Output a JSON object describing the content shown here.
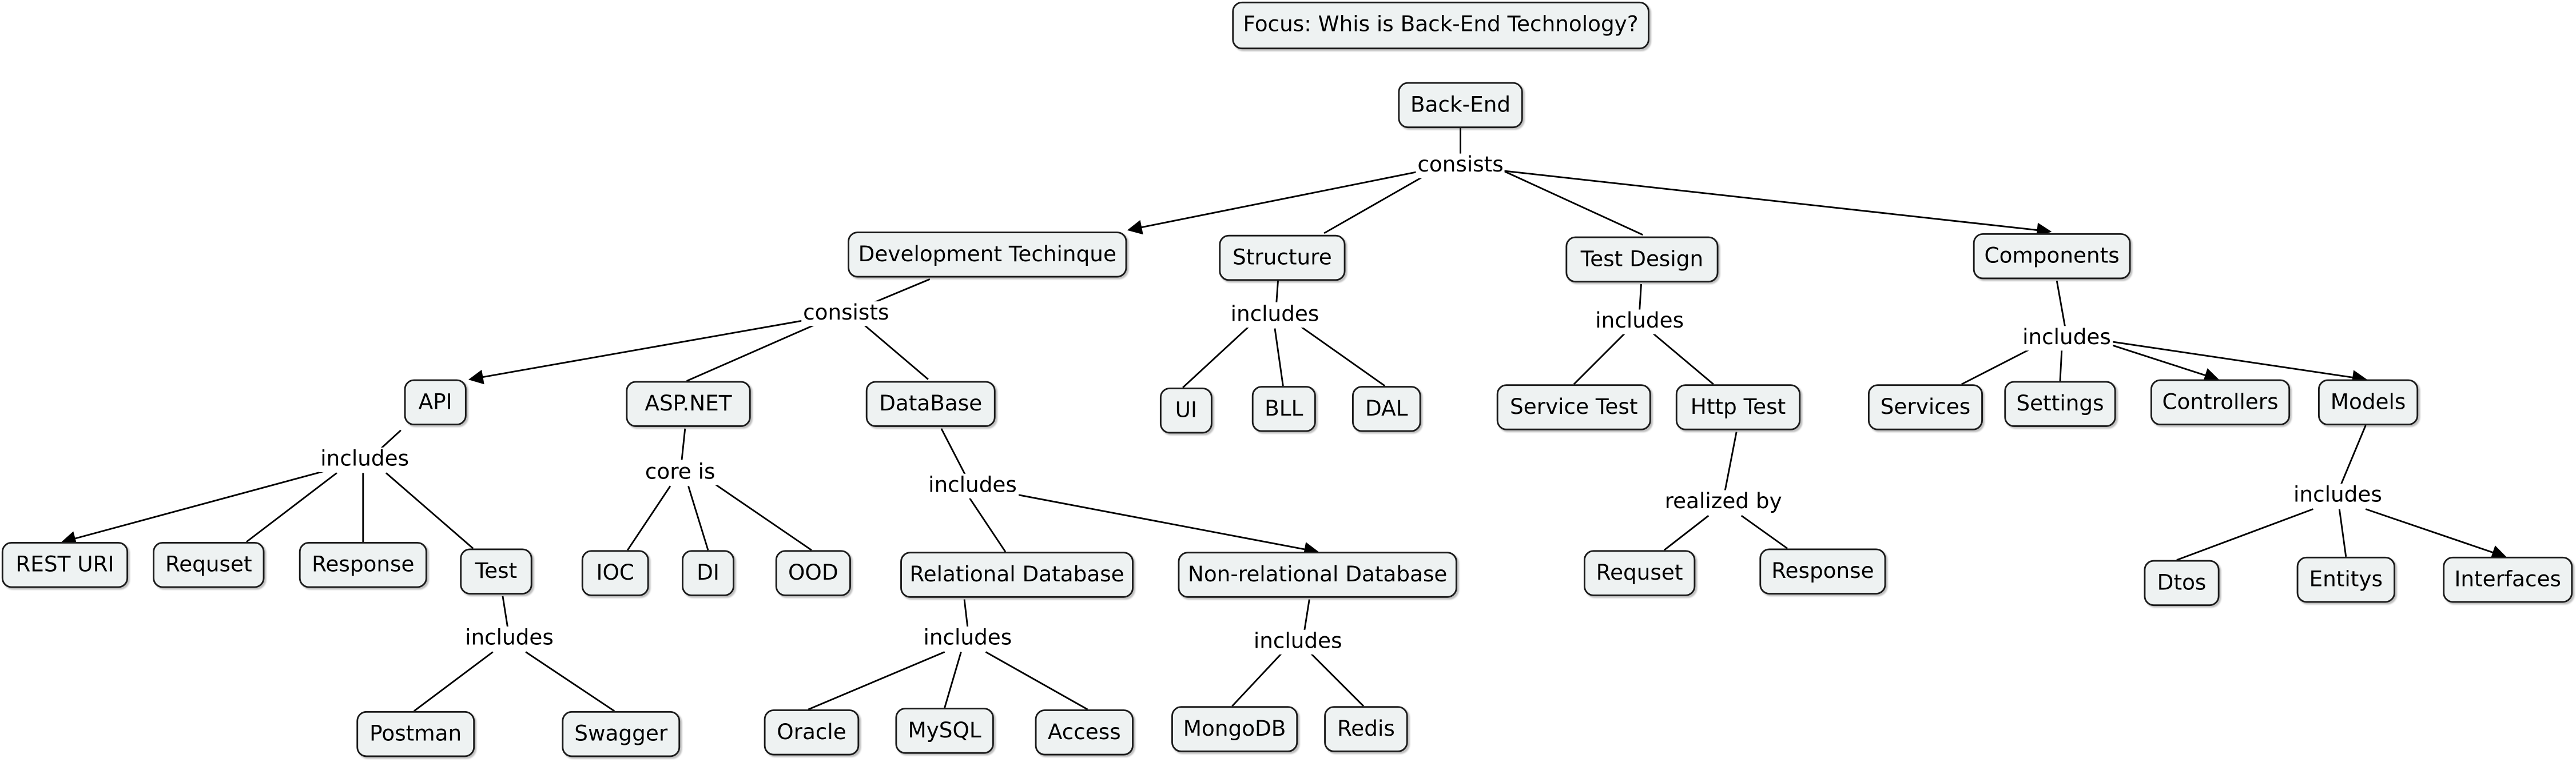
{
  "focus_question": "Focus: Whis is Back-End Technology?",
  "concepts": {
    "backend": "Back-End",
    "dev_technique": "Development Techinque",
    "structure": "Structure",
    "test_design": "Test Design",
    "components": "Components",
    "api": "API",
    "aspnet": "ASP.NET",
    "database": "DataBase",
    "rest_uri": "REST URI",
    "api_request": "Requset",
    "api_response": "Response",
    "test": "Test",
    "postman": "Postman",
    "swagger": "Swagger",
    "ioc": "IOC",
    "di": "DI",
    "ood": "OOD",
    "relational_db": "Relational Database",
    "nonrelational_db": "Non-relational Database",
    "oracle": "Oracle",
    "mysql": "MySQL",
    "access": "Access",
    "mongodb": "MongoDB",
    "redis": "Redis",
    "ui": "UI",
    "bll": "BLL",
    "dal": "DAL",
    "service_test": "Service Test",
    "http_test": "Http Test",
    "http_request": "Requset",
    "http_response": "Response",
    "services": "Services",
    "settings": "Settings",
    "controllers": "Controllers",
    "models": "Models",
    "dtos": "Dtos",
    "entitys": "Entitys",
    "interfaces": "Interfaces"
  },
  "linking_phrases": {
    "backend_link": "consists",
    "dev_link": "consists",
    "structure_link": "includes",
    "testdesign_link": "includes",
    "components_link": "includes",
    "api_link": "includes",
    "aspnet_link": "core is",
    "database_link": "includes",
    "test_link": "includes",
    "relational_link": "includes",
    "nonrelational_link": "includes",
    "httptest_link": "realized by",
    "models_link": "includes"
  }
}
